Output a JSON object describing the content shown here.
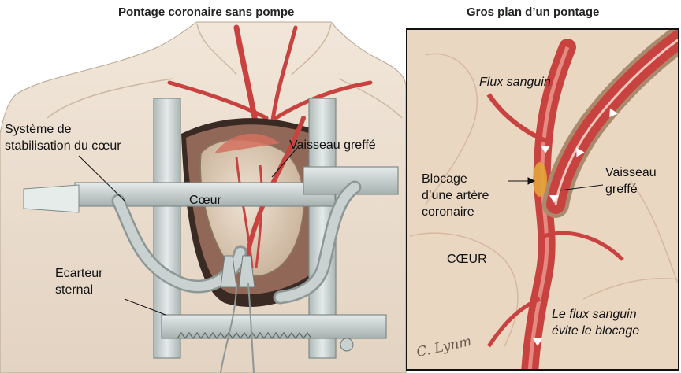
{
  "left_panel": {
    "title": "Pontage coronaire sans pompe",
    "labels": {
      "stabilizer_line1": "Système de",
      "stabilizer_line2": "stabilisation du cœur",
      "graft": "Vaisseau greffé",
      "heart": "Cœur",
      "retractor_line1": "Ecarteur",
      "retractor_line2": "sternal"
    }
  },
  "right_panel": {
    "title": "Gros plan d’un pontage",
    "labels": {
      "blood_flow": "Flux sanguin",
      "blockage_line1": "Blocage",
      "blockage_line2": "d’une artère",
      "blockage_line3": "coronaire",
      "graft_line1": "Vaisseau",
      "graft_line2": "greffé",
      "heart": "CŒUR",
      "bypass_line1": "Le flux sanguin",
      "bypass_line2": "évite le blocage"
    },
    "signature": "C. Lynm"
  },
  "colors": {
    "vessel_red": "#c8433f",
    "skin": "#ece0d2",
    "tissue": "#ead7c2",
    "metal": "#c9d2d0",
    "blockage": "#e3a33a"
  }
}
